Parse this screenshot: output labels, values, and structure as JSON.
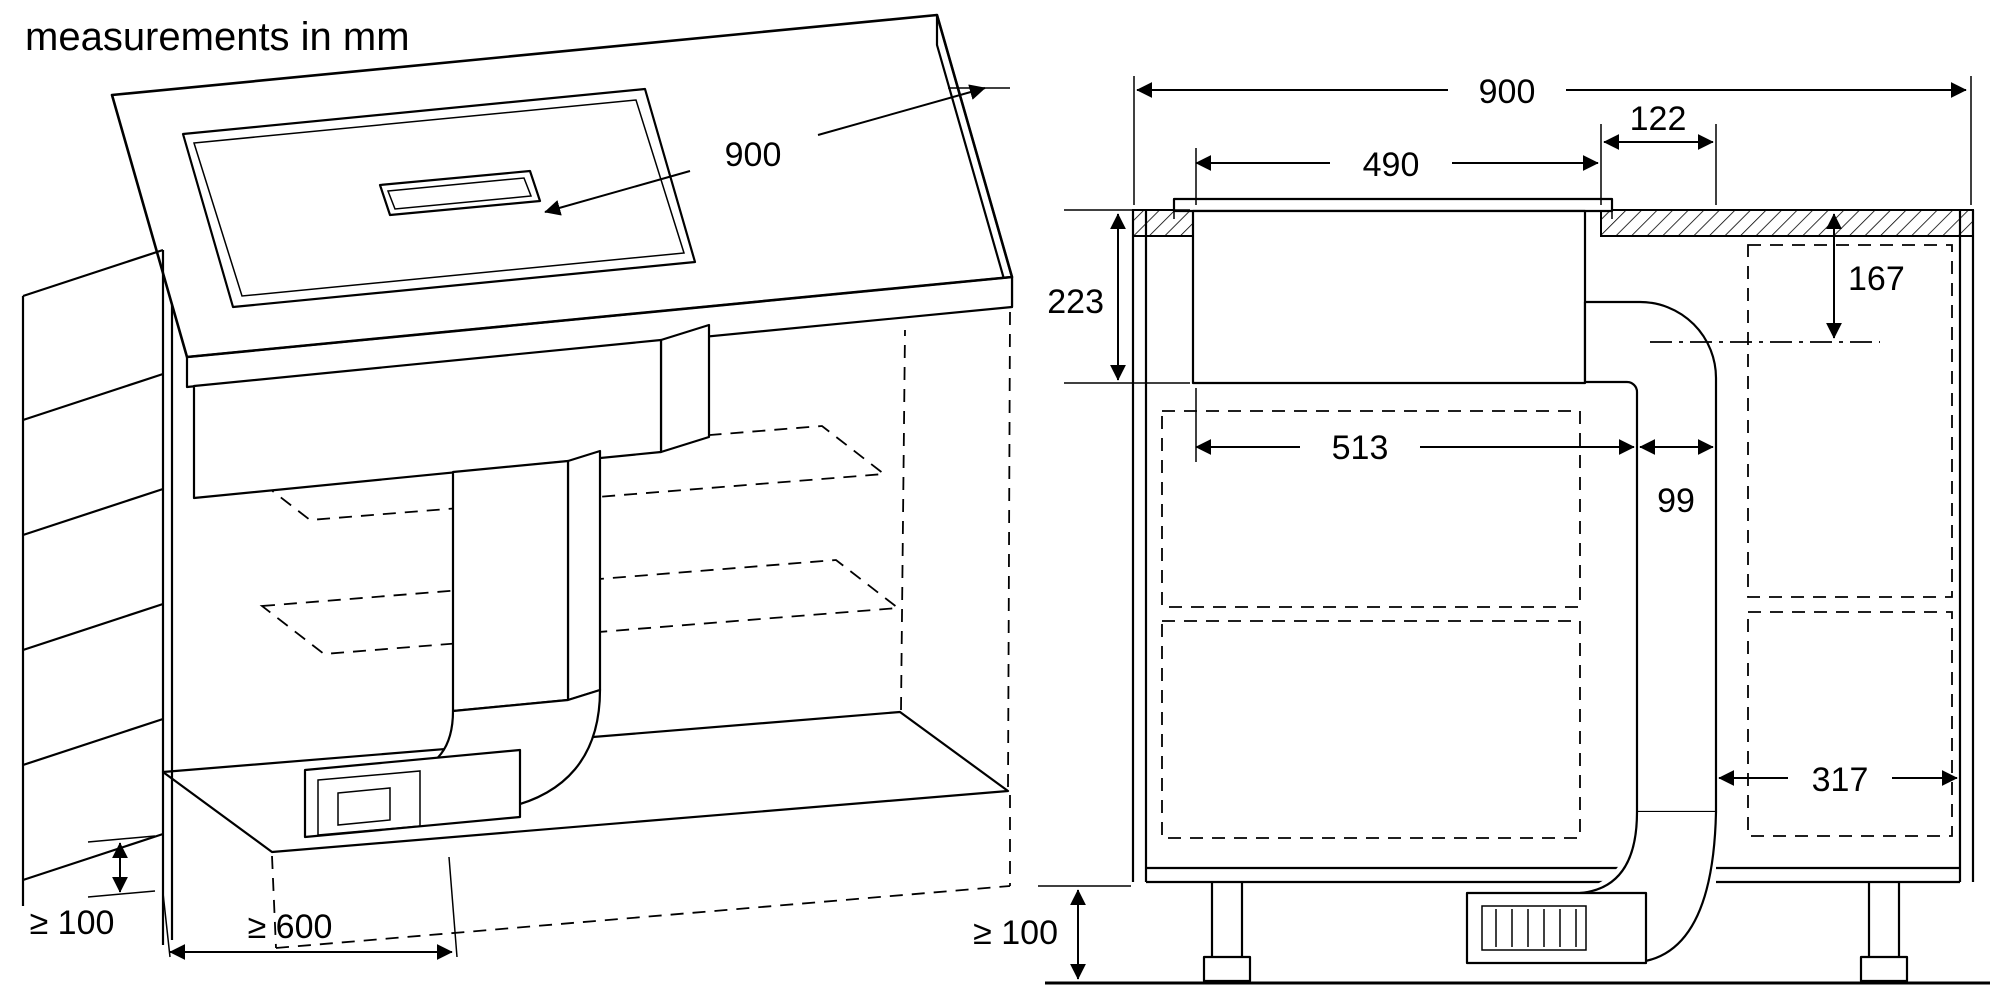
{
  "title": "measurements in mm",
  "iso": {
    "dim_depth": "900",
    "dim_clearance": "≥ 100",
    "dim_front": "≥ 600"
  },
  "section": {
    "dim_total_width": "900",
    "dim_cutout": "490",
    "dim_offset": "122",
    "dim_height": "223",
    "dim_duct_center": "167",
    "dim_body": "513",
    "dim_duct_width": "99",
    "dim_rear_gap": "317",
    "dim_plinth": "≥ 100"
  },
  "colors": {
    "floor": "#d8d8d8",
    "line": "#000000",
    "background": "#ffffff"
  }
}
